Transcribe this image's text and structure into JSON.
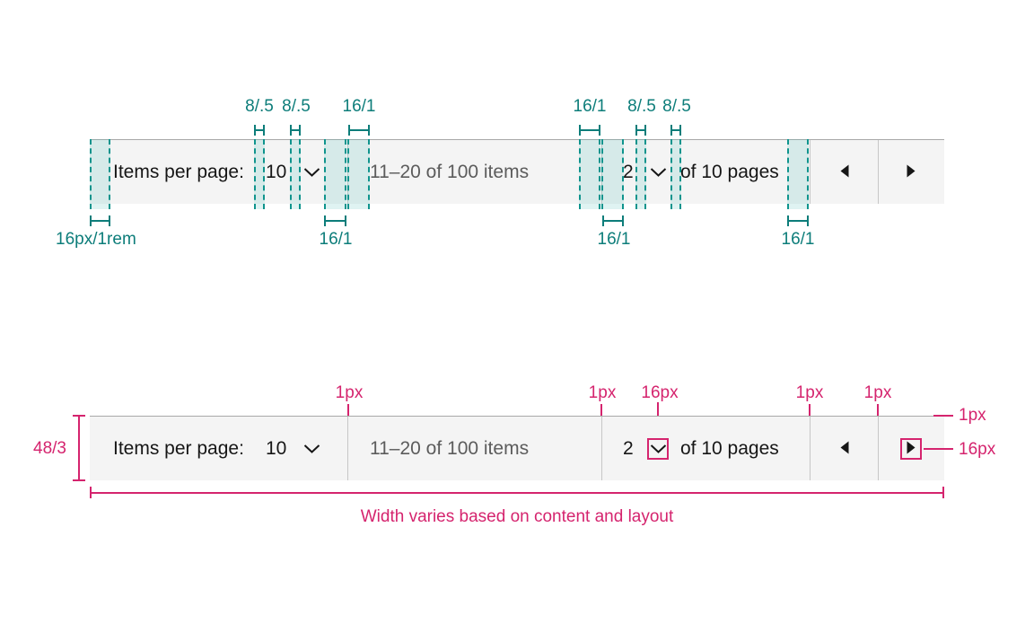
{
  "pagination": {
    "items_per_page_label": "Items per page:",
    "page_size_value": "10",
    "range_text": "11–20 of 100 items",
    "current_page_value": "2",
    "pages_text": "of 10 pages"
  },
  "icons": {
    "chevron_down": "⌄",
    "caret_left": "◀",
    "caret_right": "▶"
  },
  "colors": {
    "teal_annotation": "#0d7d7a",
    "teal_strip_border": "#0f948d",
    "teal_strip_fill": "rgba(64,184,178,0.17)",
    "magenta_annotation": "#d5246e",
    "bar_background": "#f4f4f4",
    "bar_top_border": "#a8a8a8",
    "section_divider": "#c7c7c7",
    "text_primary": "#161616",
    "text_secondary": "#5c5c5c"
  },
  "top_figure": {
    "above_labels": [
      "8/.5",
      "8/.5",
      "16/1",
      "16/1",
      "8/.5",
      "8/.5"
    ],
    "below_labels": [
      "16px/1rem",
      "16/1",
      "16/1",
      "16/1"
    ]
  },
  "bottom_figure": {
    "top_labels": [
      "1px",
      "1px",
      "16px",
      "1px",
      "1px"
    ],
    "right_labels": [
      "1px",
      "16px"
    ],
    "height_label": "48/3",
    "width_caption": "Width varies based on content and layout"
  }
}
